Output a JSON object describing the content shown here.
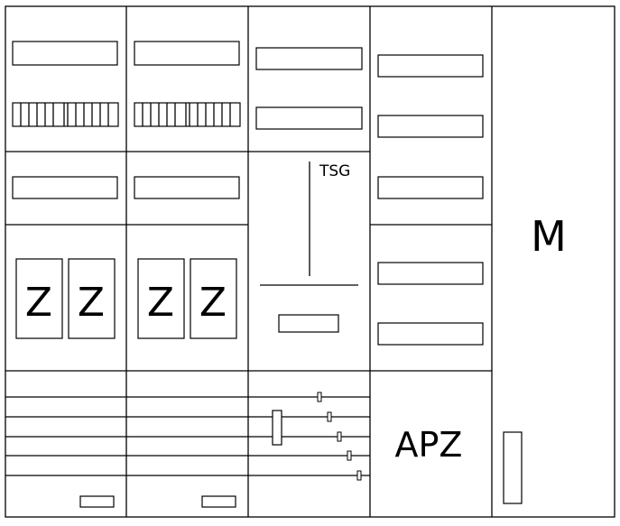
{
  "labels": {
    "meter_letter": "Z",
    "tsg": "TSG",
    "apz": "APZ",
    "m": "M"
  },
  "colors": {
    "line": "#000000",
    "background": "#ffffff"
  }
}
